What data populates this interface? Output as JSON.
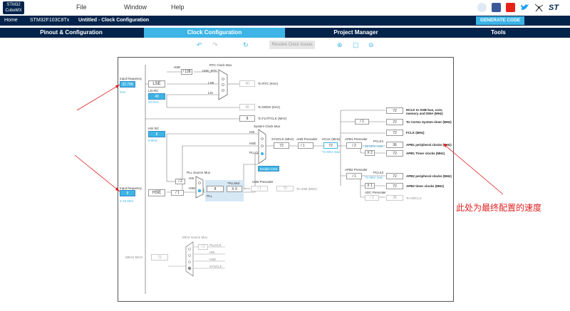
{
  "app": {
    "logo_line1": "STM32",
    "logo_line2": "CubeMX"
  },
  "menu": {
    "file": "File",
    "window": "Window",
    "help": "Help"
  },
  "breadcrumb": {
    "home": "Home",
    "chip": "STM32F103C8Tx",
    "project": "Untitled - Clock Configuration"
  },
  "generate_label": "GENERATE CODE",
  "tabs": [
    "Pinout & Configuration",
    "Clock Configuration",
    "Project Manager",
    "Tools"
  ],
  "toolbar": {
    "resolve": "Resolve Clock Issues"
  },
  "colors": {
    "navy": "#03234b",
    "accent": "#3cb4e6",
    "annotation": "#e02020"
  },
  "diagram": {
    "lse_freq_label": "Input frequency",
    "lse_value": "32.768",
    "lse_unit": "KHz",
    "lse": "LSE",
    "lsirc": "LSI RC",
    "lsi_value": "40",
    "lsi_unit": "40 KHz",
    "hse_div128": "/ 128",
    "hse_rtc": "HSE_RTC",
    "rtc_mux": "RTC Clock Mux",
    "lse_tag": "LSE",
    "lsi_tag": "LSI",
    "rtc_value": "40",
    "rtc_out": "To RTC (KHz)",
    "iwdg_value": "40",
    "iwdg_out": "To IWDG (KHz)",
    "flit_value": "8",
    "flit_out": "To FLITFCLK (MHz)",
    "hsirc": "HSI RC",
    "hsi_value": "8",
    "hsi_unit": "8 MHz",
    "sysclk_mux": "System Clock Mux",
    "hsi_tag": "HSI",
    "hse_tag": "HSE",
    "pllclk_tag": "PLLCLK",
    "sysclk_label": "SYSCLK (MHz)",
    "sysclk_value": "72",
    "ahb_label": "AHB Prescaler",
    "ahb_value": "/ 1",
    "hclk_label": "HCLK (MHz)",
    "hclk_value": "72",
    "hclk_max": "72 MHz max",
    "enable_css": "Enable CSS",
    "hse_freq_label": "Input frequency",
    "hse_value": "8",
    "hse_range": "4-16 MHz",
    "hse": "HSE",
    "hse_div": "/ 1",
    "pll_src_mux": "PLL Source Mux",
    "hsi_div2": "/ 2",
    "pll_hsi_tag": "HSI",
    "pll_hse_tag": "HSE",
    "pll_label": "PLL",
    "pll_in": "8",
    "pllmul_label": "*PLLMul",
    "pllmul_value": "X 9",
    "usb_label": "USB Prescaler",
    "usb_div": "/ 1",
    "usb_value": "72",
    "usb_out": "To USB (MHz)",
    "mco_mux": "MCO source Mux",
    "mco_label": "(MHz) MCO",
    "mco_value": "72",
    "mco_div2": "/ 2",
    "mco_pllclk": "PLLCLK",
    "mco_hsi": "HSI",
    "mco_hse": "HSE",
    "mco_sysclk": "SYSCLK",
    "cortex_div": "/ 1",
    "outputs": [
      {
        "value": "72",
        "label": "HCLK to AHB bus, core, memory and DMA (MHz)"
      },
      {
        "value": "72",
        "label": "To Cortex System timer (MHz)"
      },
      {
        "value": "72",
        "label": "FCLK (MHz)"
      },
      {
        "value": "36",
        "label": "APB1 peripheral clocks (MHz)"
      },
      {
        "value": "72",
        "label": "APB1 Timer clocks (MHz)"
      },
      {
        "value": "72",
        "label": "APB2 peripheral clocks (MHz)"
      },
      {
        "value": "72",
        "label": "APB2 timer clocks (MHz)"
      },
      {
        "value": "36",
        "label": "To ADC1,2"
      }
    ],
    "apb1_label": "APB1 Prescaler",
    "apb1_div": "/ 2",
    "pclk1": "PCLK1",
    "pclk1_max": "36 MHz max",
    "apb1_x2": "X 2",
    "apb2_label": "APB2 Prescaler",
    "apb2_div": "/ 1",
    "pclk2": "PCLK2",
    "pclk2_max": "72 MHz max",
    "apb2_x1": "X 1",
    "adc_label": "ADC Prescaler",
    "adc_div": "/ 2"
  },
  "annotation": "此处为最终配置的速度"
}
